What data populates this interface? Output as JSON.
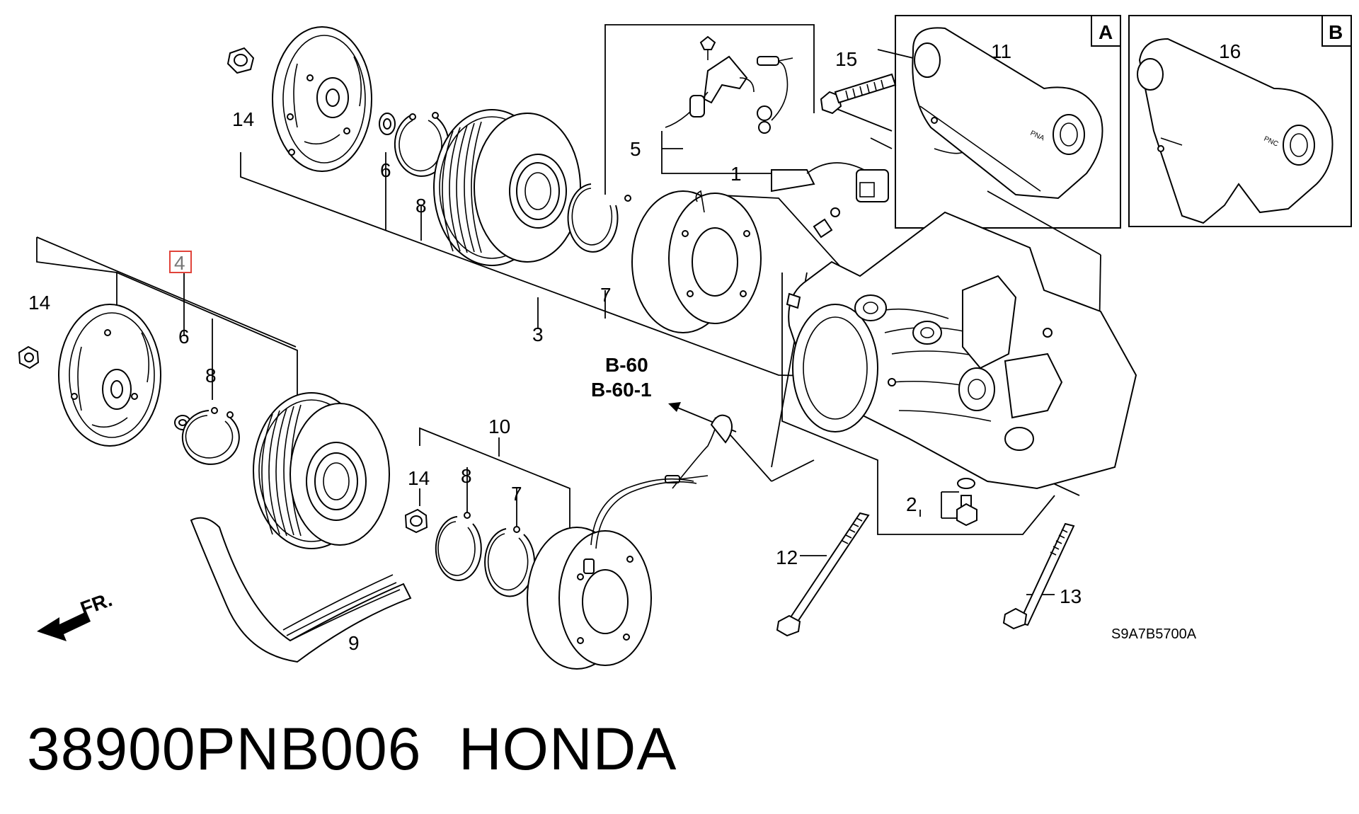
{
  "diagram": {
    "callouts": {
      "c14a": "14",
      "c6a": "6",
      "c8a": "8",
      "c3": "3",
      "c7a": "7",
      "c4": "4",
      "c14b": "14",
      "c6b": "6",
      "c8b": "8",
      "c10": "10",
      "c14c": "14",
      "c8c": "8",
      "c7b": "7",
      "c9": "9",
      "c5": "5",
      "c1": "1",
      "c15": "15",
      "c11": "11",
      "c16": "16",
      "c2": "2",
      "c12": "12",
      "c13": "13"
    },
    "refs": {
      "ref1": "B-60",
      "ref2": "B-60-1"
    },
    "inset_letters": {
      "a": "A",
      "b": "B"
    },
    "inset_labels": {
      "pna": "PNA",
      "pnc": "PNC"
    },
    "direction_label": "FR.",
    "drawing_code": "S9A7B5700A"
  },
  "caption": {
    "part_number": "38900PNB006",
    "brand": "HONDA"
  },
  "colors": {
    "line": "#000000",
    "highlight": "#e0433a",
    "background": "#ffffff"
  }
}
